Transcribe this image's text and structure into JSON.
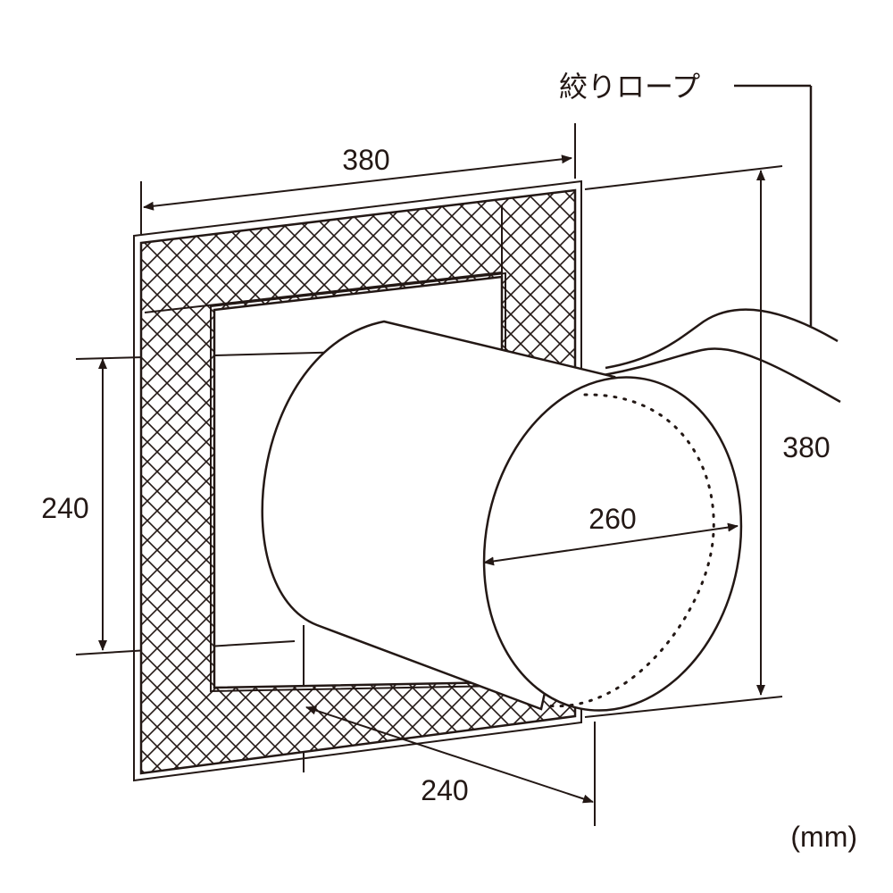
{
  "diagram": {
    "rope_label": "絞りロープ",
    "frame_width_top": "380",
    "frame_height_right": "380",
    "opening_height_left": "240",
    "opening_width_bottom": "240",
    "duct_diameter": "260",
    "unit_label": "(mm)"
  },
  "colors": {
    "line": "#231815",
    "background": "#ffffff"
  }
}
